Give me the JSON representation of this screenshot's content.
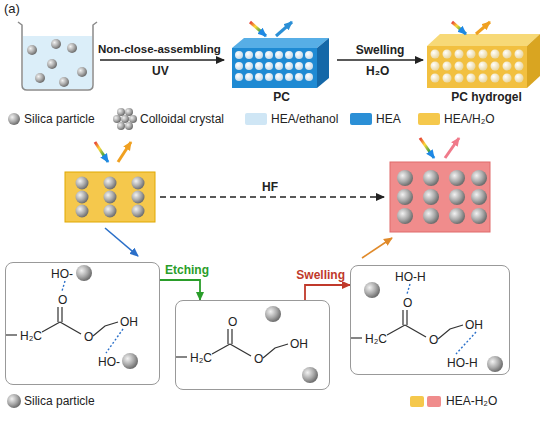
{
  "diagram": {
    "nodes": [
      {
        "text": [
          "PC"
        ]
      },
      {
        "text": [
          "PC hydrogel"
        ]
      },
      {
        "text": [
          "HO-",
          "O",
          "H₂C",
          "O",
          "OH",
          "HO-"
        ]
      },
      {
        "text": [
          "O",
          "H₂C",
          "O",
          "OH"
        ]
      },
      {
        "text": [
          "HO-H",
          "O",
          "H₂C",
          "O",
          "OH",
          "HO-H"
        ]
      }
    ],
    "edges": [
      {
        "from": 0,
        "to": 1,
        "label": "Swelling",
        "arrow": "to"
      },
      {
        "from": 2,
        "to": 3,
        "label": "Etching",
        "arrow": "to"
      },
      {
        "from": 3,
        "to": 4,
        "label": "Swelling",
        "arrow": "to"
      }
    ],
    "labels": [
      "(a)",
      "Non-close-assembling",
      "UV",
      "H₂O",
      "HF"
    ],
    "legend": [
      {
        "text": "Silica particle"
      },
      {
        "text": "Colloidal crystal"
      },
      {
        "text": "HEA/ethanol",
        "color": "#cfe6f5"
      },
      {
        "text": "HEA",
        "color": "#2b8fd6"
      },
      {
        "text": "HEA/H₂O",
        "color": "#f5c84c"
      },
      {
        "text": "Silica particle"
      },
      {
        "text": "HEA-H₂O"
      }
    ]
  }
}
